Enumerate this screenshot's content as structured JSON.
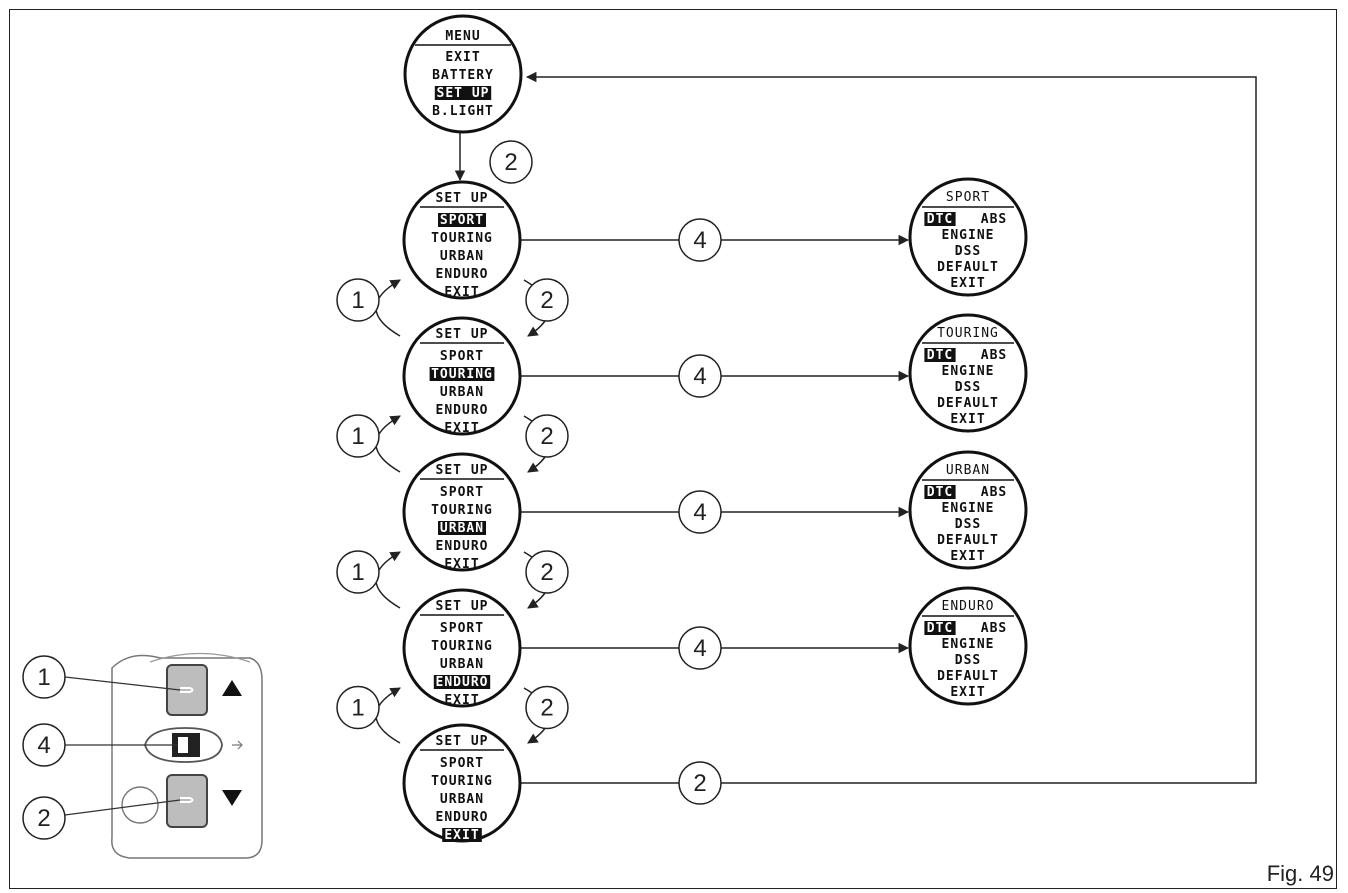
{
  "figure_label": "Fig. 49",
  "menu_screen": {
    "title": "MENU",
    "items": [
      "EXIT",
      "BATTERY",
      "SET UP",
      "B.LIGHT"
    ],
    "highlighted": 2
  },
  "setup_screens": [
    {
      "title": "SET UP",
      "items": [
        "SPORT",
        "TOURING",
        "URBAN",
        "ENDURO",
        "EXIT"
      ],
      "highlighted": 0
    },
    {
      "title": "SET UP",
      "items": [
        "SPORT",
        "TOURING",
        "URBAN",
        "ENDURO",
        "EXIT"
      ],
      "highlighted": 1
    },
    {
      "title": "SET UP",
      "items": [
        "SPORT",
        "TOURING",
        "URBAN",
        "ENDURO",
        "EXIT"
      ],
      "highlighted": 2
    },
    {
      "title": "SET UP",
      "items": [
        "SPORT",
        "TOURING",
        "URBAN",
        "ENDURO",
        "EXIT"
      ],
      "highlighted": 3
    },
    {
      "title": "SET UP",
      "items": [
        "SPORT",
        "TOURING",
        "URBAN",
        "ENDURO",
        "EXIT"
      ],
      "highlighted": 4
    }
  ],
  "mode_screens": [
    {
      "title": "SPORT",
      "row1_left": "DTC",
      "row1_right": "ABS",
      "items": [
        "ENGINE",
        "DSS",
        "DEFAULT",
        "EXIT"
      ]
    },
    {
      "title": "TOURING",
      "row1_left": "DTC",
      "row1_right": "ABS",
      "items": [
        "ENGINE",
        "DSS",
        "DEFAULT",
        "EXIT"
      ]
    },
    {
      "title": "URBAN",
      "row1_left": "DTC",
      "row1_right": "ABS",
      "items": [
        "ENGINE",
        "DSS",
        "DEFAULT",
        "EXIT"
      ]
    },
    {
      "title": "ENDURO",
      "row1_left": "DTC",
      "row1_right": "ABS",
      "items": [
        "ENGINE",
        "DSS",
        "DEFAULT",
        "EXIT"
      ]
    }
  ],
  "callouts": {
    "down_from_menu": "2",
    "up": "1",
    "down": "2",
    "enter": "4",
    "exit_back": "2"
  },
  "control_legend": {
    "button_up": "1",
    "button_enter": "4",
    "button_down": "2",
    "arrow_up_icon": "triangle-up",
    "arrow_down_icon": "triangle-down"
  }
}
